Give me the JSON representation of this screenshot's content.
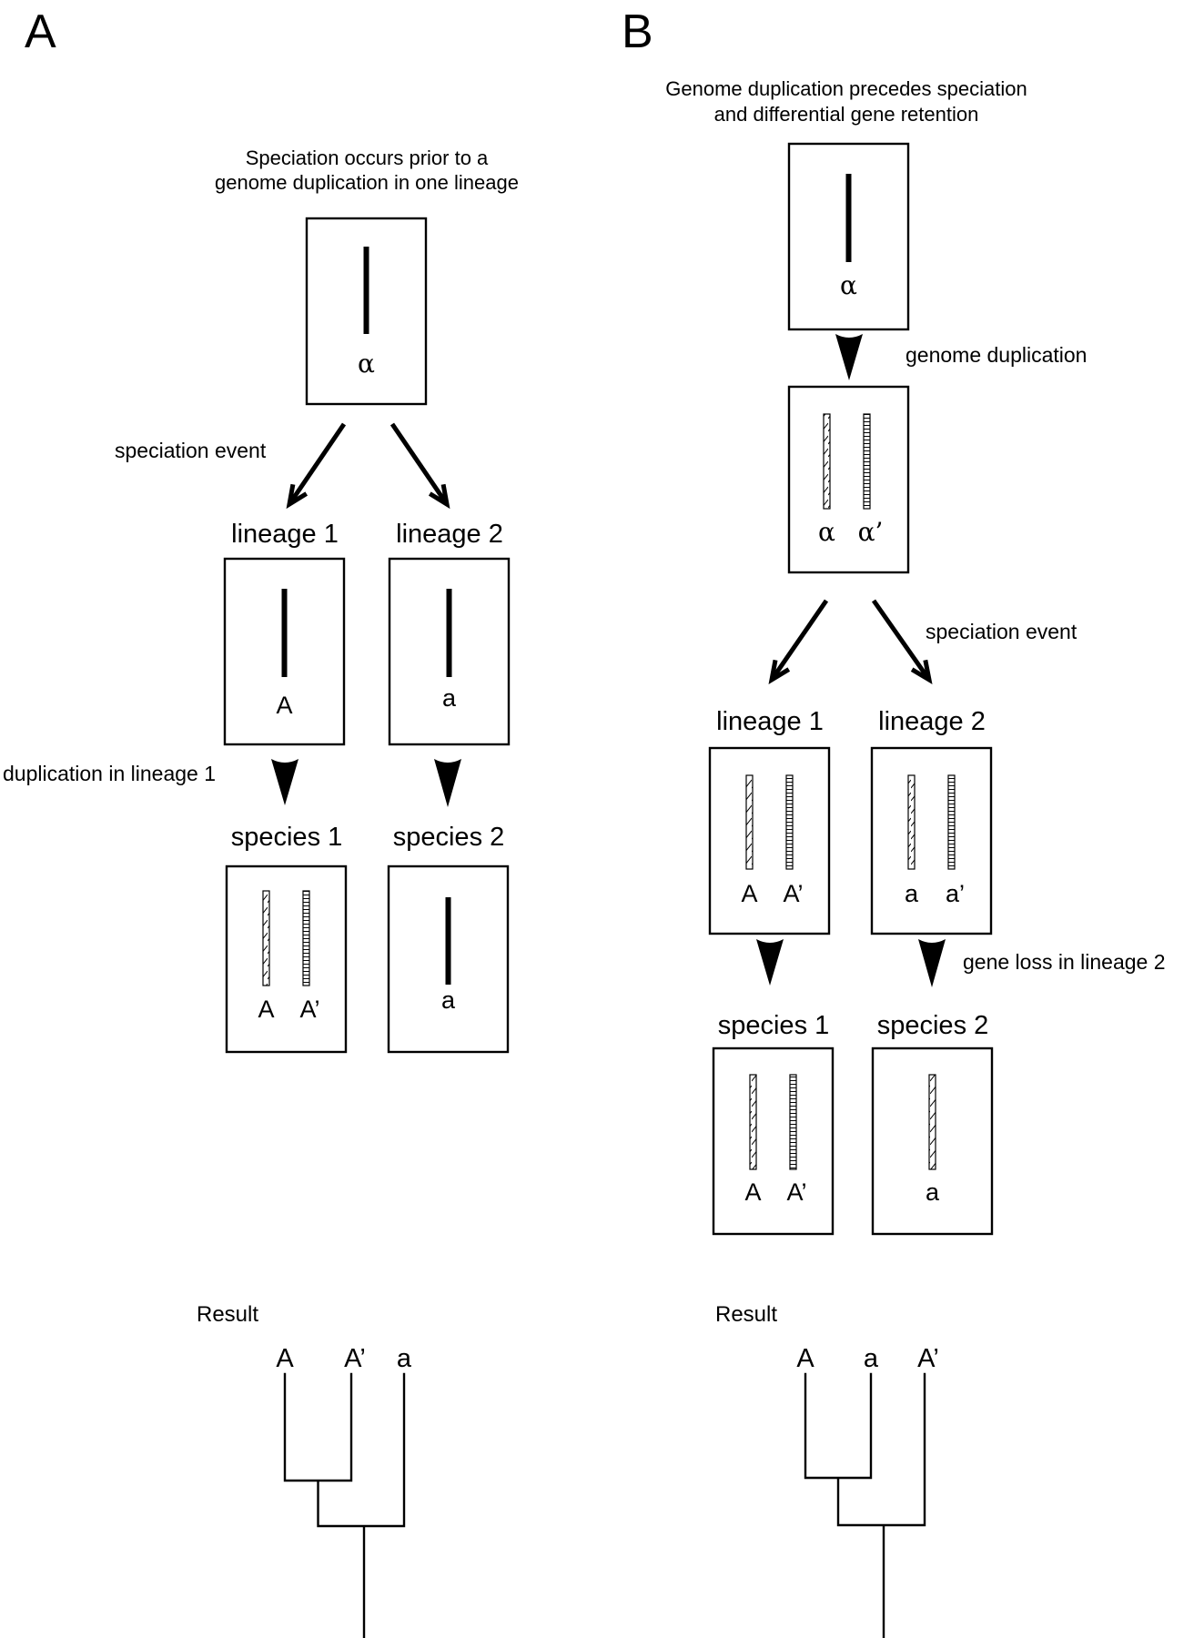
{
  "figure": {
    "panels": [
      {
        "id": "A",
        "letter": "A",
        "caption": [
          "Speciation occurs prior to a",
          "genome duplication in one lineage"
        ],
        "ancestor": {
          "genes": [
            {
              "label": "α",
              "pattern": "solid"
            }
          ]
        },
        "speciation_label": "speciation event",
        "lineages": [
          {
            "label": "lineage 1",
            "genes": [
              {
                "label": "A",
                "pattern": "solid"
              }
            ]
          },
          {
            "label": "lineage 2",
            "genes": [
              {
                "label": "a",
                "pattern": "solid"
              }
            ]
          }
        ],
        "transition_label": "duplication in lineage 1",
        "species": [
          {
            "label": "species 1",
            "genes": [
              {
                "label": "A",
                "pattern": "hatched"
              },
              {
                "label": "A’",
                "pattern": "ladder"
              }
            ]
          },
          {
            "label": "species 2",
            "genes": [
              {
                "label": "a",
                "pattern": "solid"
              }
            ]
          }
        ],
        "result": {
          "label": "Result",
          "leaves": [
            "A",
            "A’",
            "a"
          ],
          "topology": "((A,A’),a)"
        }
      },
      {
        "id": "B",
        "letter": "B",
        "caption": [
          "Genome duplication precedes speciation",
          "and differential gene retention"
        ],
        "ancestor": {
          "genes": [
            {
              "label": "α",
              "pattern": "solid"
            }
          ]
        },
        "duplication_label": "genome duplication",
        "duplicated": {
          "genes": [
            {
              "label": "α",
              "pattern": "hatched"
            },
            {
              "label": "α’",
              "pattern": "ladder"
            }
          ]
        },
        "speciation_label": "speciation event",
        "lineages": [
          {
            "label": "lineage 1",
            "genes": [
              {
                "label": "A",
                "pattern": "hatched"
              },
              {
                "label": "A’",
                "pattern": "ladder"
              }
            ]
          },
          {
            "label": "lineage 2",
            "genes": [
              {
                "label": "a",
                "pattern": "hatched"
              },
              {
                "label": "a’",
                "pattern": "ladder"
              }
            ]
          }
        ],
        "transition_label": "gene loss in lineage 2",
        "species": [
          {
            "label": "species 1",
            "genes": [
              {
                "label": "A",
                "pattern": "hatched"
              },
              {
                "label": "A’",
                "pattern": "ladder"
              }
            ]
          },
          {
            "label": "species 2",
            "genes": [
              {
                "label": "a",
                "pattern": "hatched"
              }
            ]
          }
        ],
        "result": {
          "label": "Result",
          "leaves": [
            "A",
            "a",
            "A’"
          ],
          "topology": "((A,a),A’)"
        }
      }
    ]
  }
}
